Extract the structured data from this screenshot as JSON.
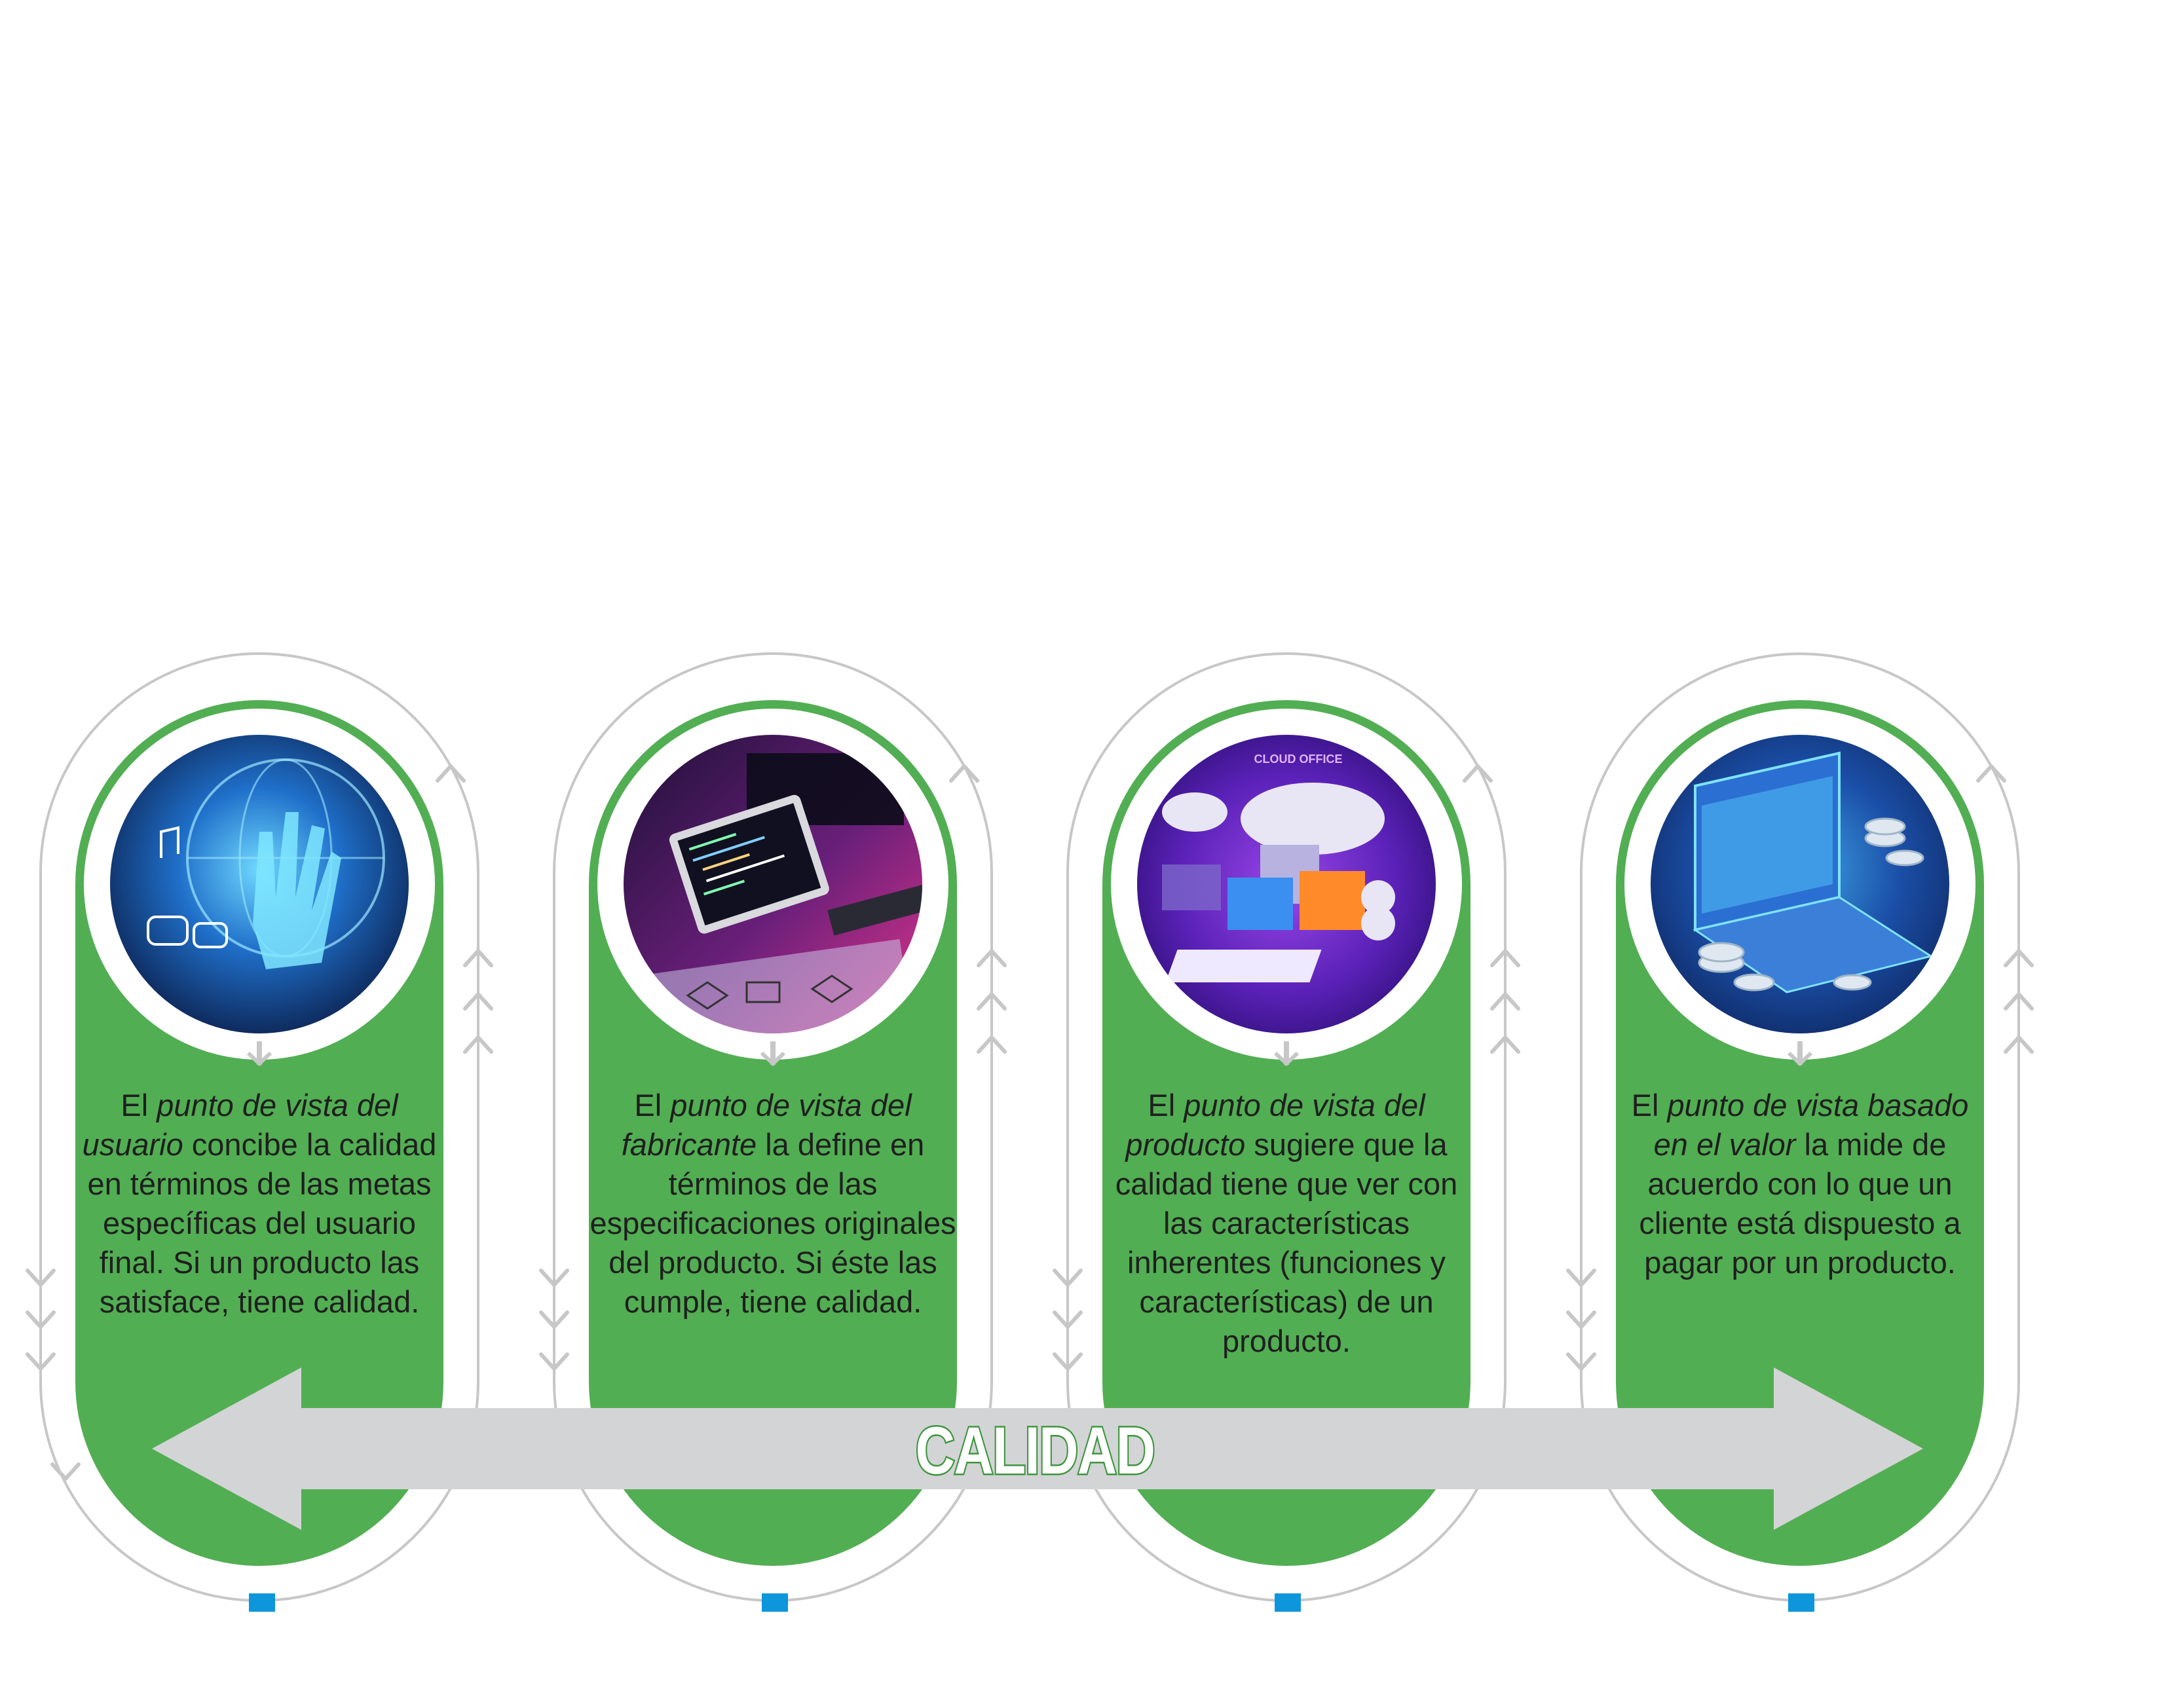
{
  "center_label": "CALIDAD",
  "colors": {
    "card_green": "#52ae53",
    "outline_gray": "#c7c7c7",
    "arrow_gray": "#d3d4d6",
    "marker_blue": "#0e96dc",
    "label_outline": "#3e9a3e"
  },
  "cards": [
    {
      "id": "usuario",
      "image_icon": "hand-touching-globe-network-icon",
      "text_pre": "El ",
      "text_em": "punto de vista del usuario",
      "text_post": " concibe la calidad en términos de las metas específicas del usuario final.  Si un producto las satisface, tiene calidad."
    },
    {
      "id": "fabricante",
      "image_icon": "tablet-code-flowchart-icon",
      "text_pre": "El ",
      "text_em": "punto de vista del fabricante",
      "text_post": " la define en términos de las especificaciones originales del producto. Si éste las cumple, tiene calidad."
    },
    {
      "id": "producto",
      "image_icon": "cloud-office-isometric-icon",
      "image_caption": "CLOUD OFFICE",
      "text_pre": "El ",
      "text_em": "punto de vista del producto",
      "text_post": " sugiere que la calidad tiene que ver con las características inherentes (funciones y características) de un producto."
    },
    {
      "id": "valor",
      "image_icon": "laptop-coins-data-icon",
      "text_pre": "El ",
      "text_em": "punto de vista basado en el valor",
      "text_post": " la mide de acuerdo con lo que un cliente está dispuesto a pagar por un producto."
    }
  ]
}
